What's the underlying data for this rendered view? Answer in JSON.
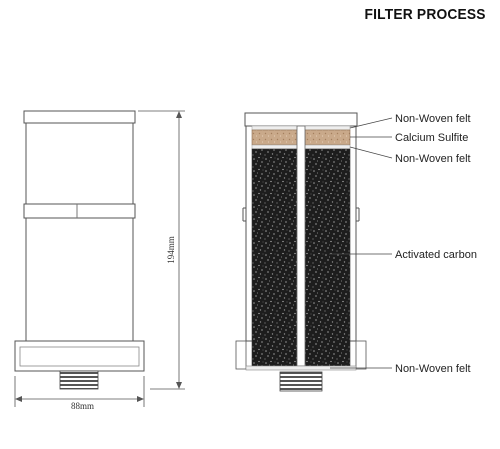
{
  "title": "FILTER PROCESS",
  "dimensions": {
    "height": "194mm",
    "width": "88mm"
  },
  "layers": [
    {
      "label": "Non-Woven felt"
    },
    {
      "label": "Calcium Sulfite"
    },
    {
      "label": "Non-Woven felt"
    },
    {
      "label": "Activated carbon"
    },
    {
      "label": "Non-Woven felt"
    }
  ]
}
